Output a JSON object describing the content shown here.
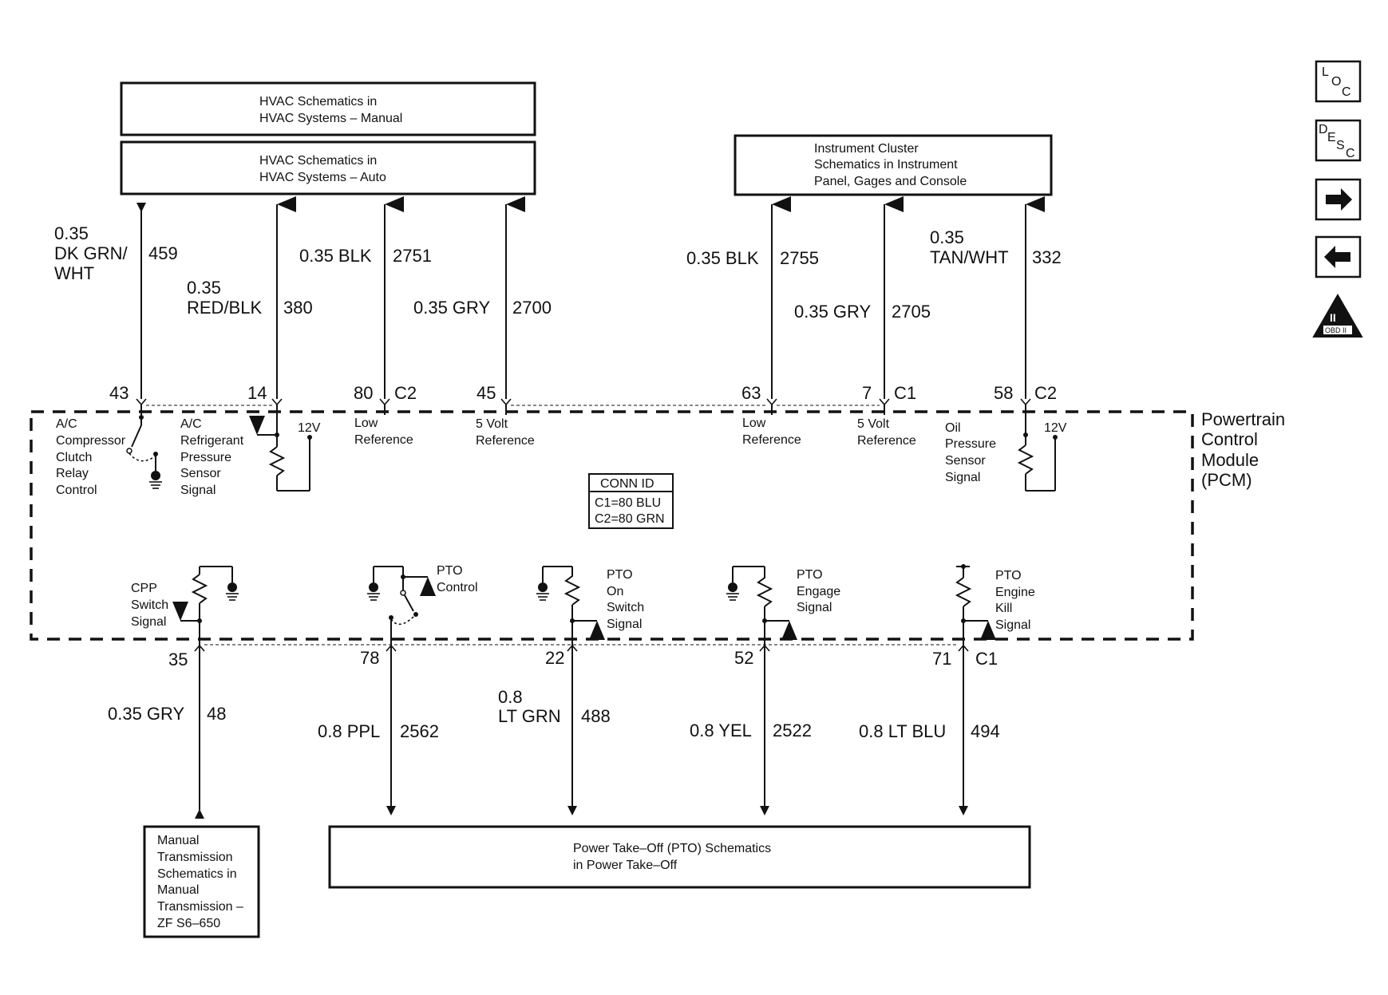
{
  "boxes": {
    "hvac_manual": [
      "HVAC Schematics in",
      "HVAC Systems – Manual"
    ],
    "hvac_auto": [
      "HVAC Schematics in",
      "HVAC Systems – Auto"
    ],
    "instrument_cluster": [
      "Instrument Cluster",
      "Schematics in Instrument",
      "Panel, Gages and Console"
    ],
    "manual_transmission": [
      "Manual",
      "Transmission",
      "Schematics in",
      "Manual",
      "Transmission –",
      "ZF S6–650"
    ],
    "pto_schematics": [
      "Power Take–Off (PTO) Schematics",
      "in Power Take–Off"
    ]
  },
  "top_wires": [
    {
      "gauge": [
        "0.35",
        "DK GRN/",
        "WHT"
      ],
      "circuit": "459",
      "pin": "43",
      "connector": ""
    },
    {
      "gauge": [
        "0.35",
        "RED/BLK"
      ],
      "circuit": "380",
      "pin": "14",
      "connector": ""
    },
    {
      "gauge": [
        "0.35 BLK"
      ],
      "circuit": "2751",
      "pin": "80",
      "connector": "C2"
    },
    {
      "gauge": [
        "0.35 GRY"
      ],
      "circuit": "2700",
      "pin": "45",
      "connector": ""
    },
    {
      "gauge": [
        "0.35 BLK"
      ],
      "circuit": "2755",
      "pin": "63",
      "connector": ""
    },
    {
      "gauge": [
        "0.35 GRY"
      ],
      "circuit": "2705",
      "pin": "7",
      "connector": "C1"
    },
    {
      "gauge": [
        "0.35",
        "TAN/WHT"
      ],
      "circuit": "332",
      "pin": "58",
      "connector": "C2"
    }
  ],
  "bottom_wires": [
    {
      "gauge": [
        "0.35 GRY"
      ],
      "circuit": "48",
      "pin": "35",
      "connector": ""
    },
    {
      "gauge": [
        "0.8 PPL"
      ],
      "circuit": "2562",
      "pin": "78",
      "connector": ""
    },
    {
      "gauge": [
        "0.8",
        "LT GRN"
      ],
      "circuit": "488",
      "pin": "22",
      "connector": ""
    },
    {
      "gauge": [
        "0.8 YEL"
      ],
      "circuit": "2522",
      "pin": "52",
      "connector": ""
    },
    {
      "gauge": [
        "0.8 LT BLU"
      ],
      "circuit": "494",
      "pin": "71",
      "connector": "C1"
    }
  ],
  "pcm": {
    "title": [
      "Powertrain",
      "Control",
      "Module",
      "(PCM)"
    ],
    "conn_id": {
      "title": "CONN ID",
      "lines": [
        "C1=80 BLU",
        "C2=80 GRN"
      ]
    },
    "signals_top": [
      [
        "A/C",
        "Compressor",
        "Clutch",
        "Relay",
        "Control"
      ],
      [
        "A/C",
        "Refrigerant",
        "Pressure",
        "Sensor",
        "Signal"
      ],
      [
        "Low",
        "Reference"
      ],
      [
        "5 Volt",
        "Reference"
      ],
      [
        "Low",
        "Reference"
      ],
      [
        "5 Volt",
        "Reference"
      ],
      [
        "Oil",
        "Pressure",
        "Sensor",
        "Signal"
      ]
    ],
    "signals_bottom": [
      [
        "CPP",
        "Switch",
        "Signal"
      ],
      [
        "PTO",
        "Control"
      ],
      [
        "PTO",
        "On",
        "Switch",
        "Signal"
      ],
      [
        "PTO",
        "Engage",
        "Signal"
      ],
      [
        "PTO",
        "Engine",
        "Kill",
        "Signal"
      ]
    ],
    "voltage_label": "12V"
  },
  "nav": {
    "loc": [
      "L",
      "O",
      "C"
    ],
    "desc": [
      "D",
      "E",
      "S",
      "C"
    ],
    "obd": [
      "II",
      "OBD II"
    ]
  }
}
